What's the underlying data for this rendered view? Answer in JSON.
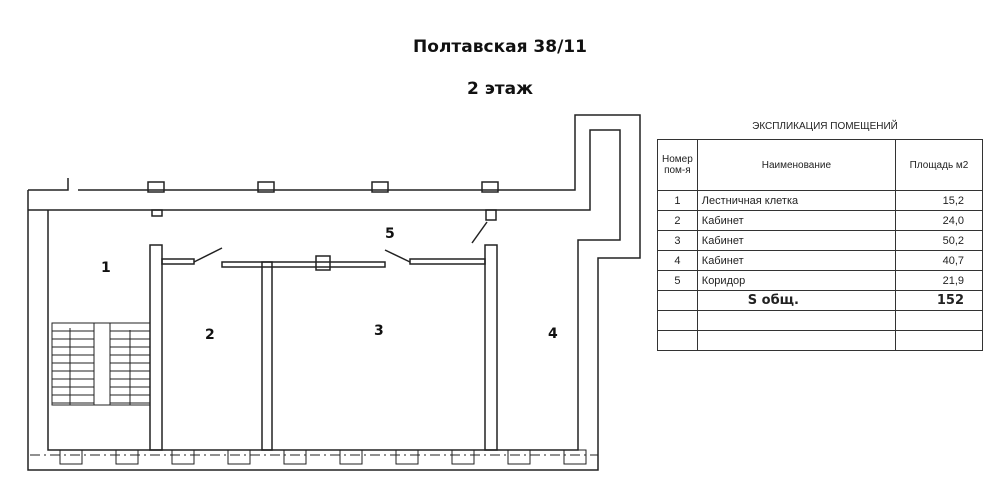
{
  "header": {
    "title": "Полтавская 38/11",
    "floor": "2 этаж"
  },
  "plan": {
    "room_labels": [
      "1",
      "2",
      "3",
      "4",
      "5"
    ]
  },
  "explication": {
    "title": "ЭКСПЛИКАЦИЯ ПОМЕЩЕНИЙ",
    "columns": [
      "Номер пом-я",
      "Наименование",
      "Площадь м2"
    ],
    "rows": [
      {
        "num": "1",
        "name": "Лестничная клетка",
        "area": "15,2"
      },
      {
        "num": "2",
        "name": "Кабинет",
        "area": "24,0"
      },
      {
        "num": "3",
        "name": "Кабинет",
        "area": "50,2"
      },
      {
        "num": "4",
        "name": "Кабинет",
        "area": "40,7"
      },
      {
        "num": "5",
        "name": "Коридор",
        "area": "21,9"
      }
    ],
    "total_label": "S общ.",
    "total_value": "152"
  }
}
